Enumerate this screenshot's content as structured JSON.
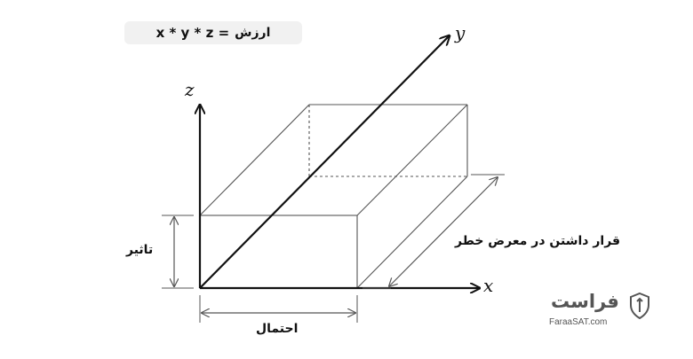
{
  "formula": {
    "expression": "x * y * z  =",
    "label": "ارزش"
  },
  "axes": {
    "x": "x",
    "y": "y",
    "z": "z"
  },
  "dimensions": {
    "exposure": "قرار داشتن در معرض خطر",
    "impact": "تاثیر",
    "probability": "احتمال"
  },
  "logo": {
    "name": "فراست",
    "site": "FaraaSAT.com"
  },
  "colors": {
    "axis": "#111111",
    "box": "#555555",
    "formula_bg": "#f1f1f1",
    "logo": "#555555"
  },
  "icons": {
    "logo": "shield-icon"
  }
}
